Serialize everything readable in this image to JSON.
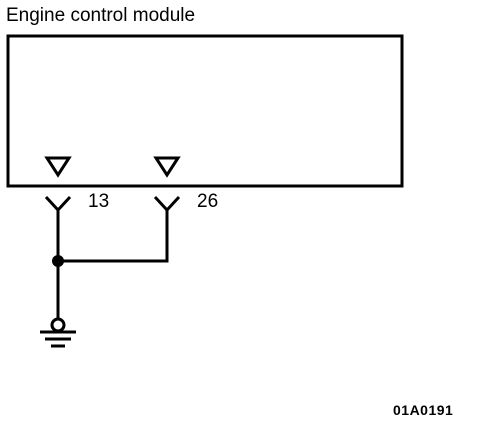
{
  "module": {
    "title": "Engine control module"
  },
  "pins": [
    {
      "number": "13"
    },
    {
      "number": "26"
    }
  ],
  "figure_code": "01A0191",
  "colors": {
    "line": "#000000",
    "background": "#ffffff"
  },
  "icons": {
    "connector_terminal": "triangle-down-icon",
    "connector_pin": "y-fork-icon",
    "ground": "ground-icon",
    "junction": "junction-dot-icon"
  }
}
